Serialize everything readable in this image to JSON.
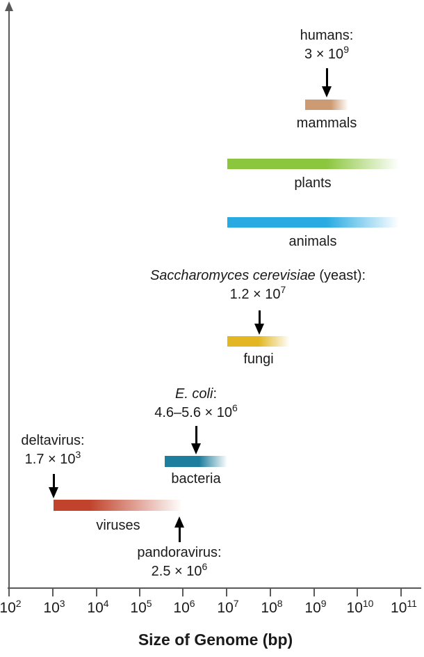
{
  "chart_data": {
    "type": "bar",
    "subtype": "horizontal-range-bars",
    "x_scale": "log10",
    "xlabel": "Size of Genome (bp)",
    "xlim": [
      100,
      100000000000
    ],
    "x_tick_labels": [
      "10^2",
      "10^3",
      "10^4",
      "10^5",
      "10^6",
      "10^7",
      "10^8",
      "10^9",
      "10^10",
      "10^11"
    ],
    "grid": false,
    "legend": "none",
    "series": [
      {
        "name": "mammals",
        "range_bp": [
          630000000,
          6000000000
        ],
        "color": "#cd9b73",
        "fades_right": true
      },
      {
        "name": "plants",
        "range_bp": [
          10000000,
          80000000000
        ],
        "color": "#8cc63f",
        "fades_right": true
      },
      {
        "name": "animals",
        "range_bp": [
          10000000,
          80000000000
        ],
        "color": "#29abe2",
        "fades_right": true
      },
      {
        "name": "fungi",
        "range_bp": [
          10000000,
          280000000
        ],
        "color": "#e2b723",
        "fades_right": true
      },
      {
        "name": "bacteria",
        "range_bp": [
          400000,
          10000000
        ],
        "color": "#1d7e9d",
        "fades_right": true
      },
      {
        "name": "viruses",
        "range_bp": [
          1000,
          950000
        ],
        "color": "#c1432b",
        "fades_right": true
      }
    ],
    "annotations": [
      {
        "label": "humans",
        "value_bp": "3 × 10^9",
        "points_to": "mammals",
        "arrow": "down"
      },
      {
        "label": "Saccharomyces cerevisiae (yeast)",
        "value_bp": "1.2 × 10^7",
        "points_to": "fungi",
        "arrow": "down"
      },
      {
        "label": "E. coli",
        "value_bp": "4.6–5.6 × 10^6",
        "points_to": "bacteria",
        "arrow": "down"
      },
      {
        "label": "deltavirus",
        "value_bp": "1.7 × 10^3",
        "points_to": "viruses",
        "arrow": "down"
      },
      {
        "label": "pandoravirus",
        "value_bp": "2.5 × 10^6",
        "points_to": "viruses",
        "arrow": "up"
      }
    ]
  },
  "colors": {
    "axis": "#58595b",
    "text": "#1a1a1a",
    "arrow": "#000000",
    "background": "#ffffff"
  },
  "axis": {
    "title": "Size of Genome (bp)",
    "ticks": [
      {
        "base": "10",
        "exp": "2"
      },
      {
        "base": "10",
        "exp": "3"
      },
      {
        "base": "10",
        "exp": "4"
      },
      {
        "base": "10",
        "exp": "5"
      },
      {
        "base": "10",
        "exp": "6"
      },
      {
        "base": "10",
        "exp": "7"
      },
      {
        "base": "10",
        "exp": "8"
      },
      {
        "base": "10",
        "exp": "9"
      },
      {
        "base": "10",
        "exp": "10"
      },
      {
        "base": "10",
        "exp": "11"
      }
    ]
  },
  "bars": {
    "mammals": {
      "label": "mammals",
      "color": "#cd9b73"
    },
    "plants": {
      "label": "plants",
      "color": "#8cc63f"
    },
    "animals": {
      "label": "animals",
      "color": "#29abe2"
    },
    "fungi": {
      "label": "fungi",
      "color": "#e2b723"
    },
    "bacteria": {
      "label": "bacteria",
      "color": "#1d7e9d"
    },
    "viruses": {
      "label": "viruses",
      "color": "#c1432b"
    }
  },
  "annotations": {
    "humans": {
      "line1": "humans:",
      "value_base": "3 × 10",
      "value_exp": "9"
    },
    "yeast": {
      "species": "Saccharomyces cerevisiae",
      "suffix": " (yeast):",
      "value_base": "1.2 × 10",
      "value_exp": "7"
    },
    "ecoli": {
      "species": "E. coli",
      "suffix": ":",
      "value_base": "4.6–5.6 × 10",
      "value_exp": "6"
    },
    "deltavirus": {
      "line1": "deltavirus:",
      "value_base": "1.7 × 10",
      "value_exp": "3"
    },
    "pandoravirus": {
      "line1": "pandoravirus:",
      "value_base": "2.5 × 10",
      "value_exp": "6"
    }
  }
}
